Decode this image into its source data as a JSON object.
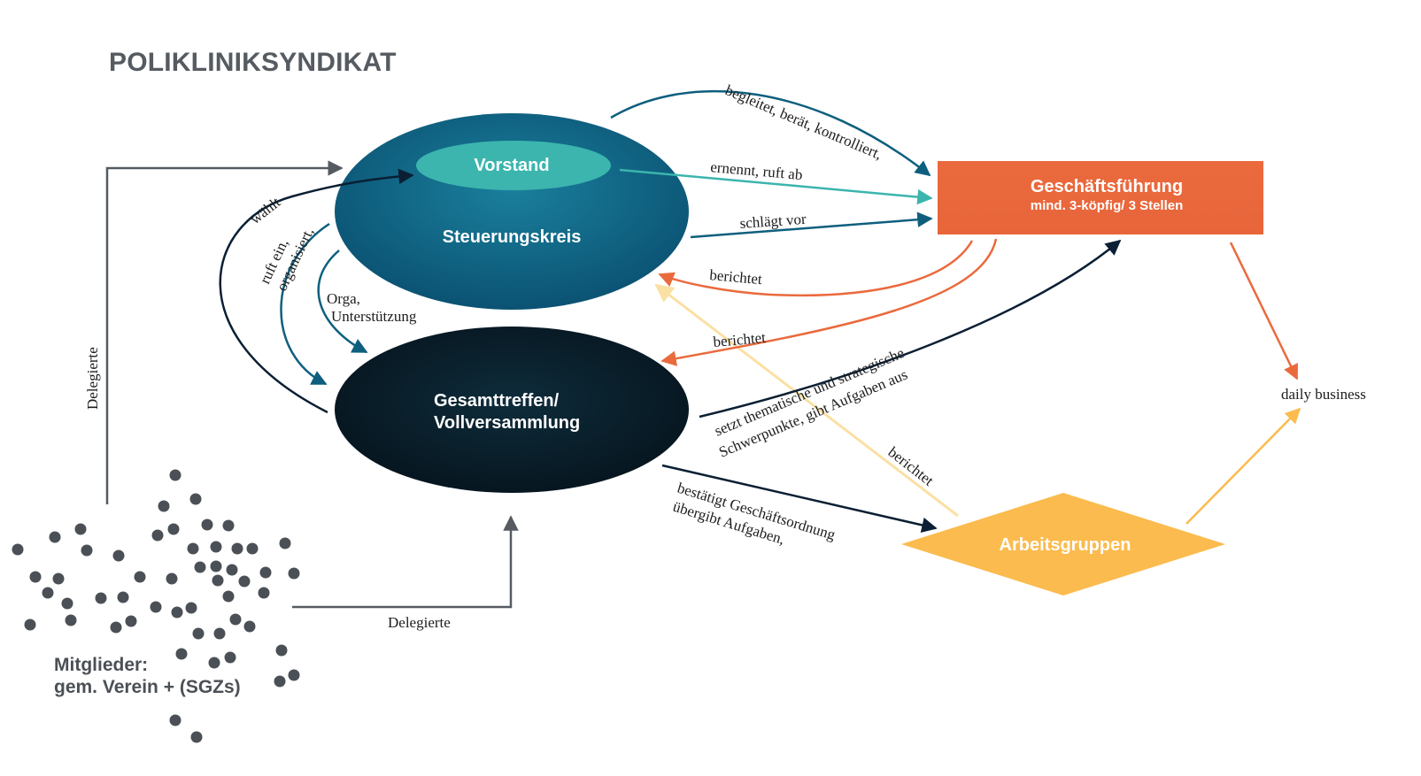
{
  "title": "POLIKLINIKSYNDIKAT",
  "nodes": {
    "vorstand": "Vorstand",
    "steuerungskreis": "Steuerungskreis",
    "gesamttreffen_line1": "Gesamttreffen/",
    "gesamttreffen_line2": "Vollversammlung",
    "geschaeftsfuehrung_line1": "Geschäftsführung",
    "geschaeftsfuehrung_line2": "mind. 3-köpfig/ 3 Stellen",
    "arbeitsgruppen": "Arbeitsgruppen",
    "daily_business": "daily business",
    "mitglieder_line1": "Mitglieder:",
    "mitglieder_line2": "gem. Verein + (SGZs)"
  },
  "edges": {
    "delegierte_left": "Delegierte",
    "delegierte_bottom": "Delegierte",
    "waehlt": "wählt",
    "ruft_ein_1": "ruft ein,",
    "ruft_ein_2": "organisiert,",
    "orga_1": "Orga,",
    "orga_2": "Unterstützung",
    "begleitet": "begleitet, berät, kontrolliert,",
    "ernennt": "ernennt, ruft ab",
    "schlaegt": "schlägt vor",
    "berichtet_1": "berichtet",
    "berichtet_2": "berichtet",
    "berichtet_3": "berichtet",
    "setzt_1": "setzt thematische und strategische",
    "setzt_2": "Schwerpunkte, gibt Aufgaben aus",
    "bestaetigt_1": "bestätigt Geschäftsordnung",
    "bestaetigt_2": "übergibt Aufgaben,"
  },
  "colors": {
    "teal_light": "#3bb5ae",
    "teal_dark": "#0e5f7e",
    "navy": "#0a1f33",
    "orange": "#ea6a3d",
    "yellow": "#fbbb4e",
    "pale_yellow": "#fbe0a4",
    "gray": "#555b61",
    "dot": "#4b5056"
  }
}
